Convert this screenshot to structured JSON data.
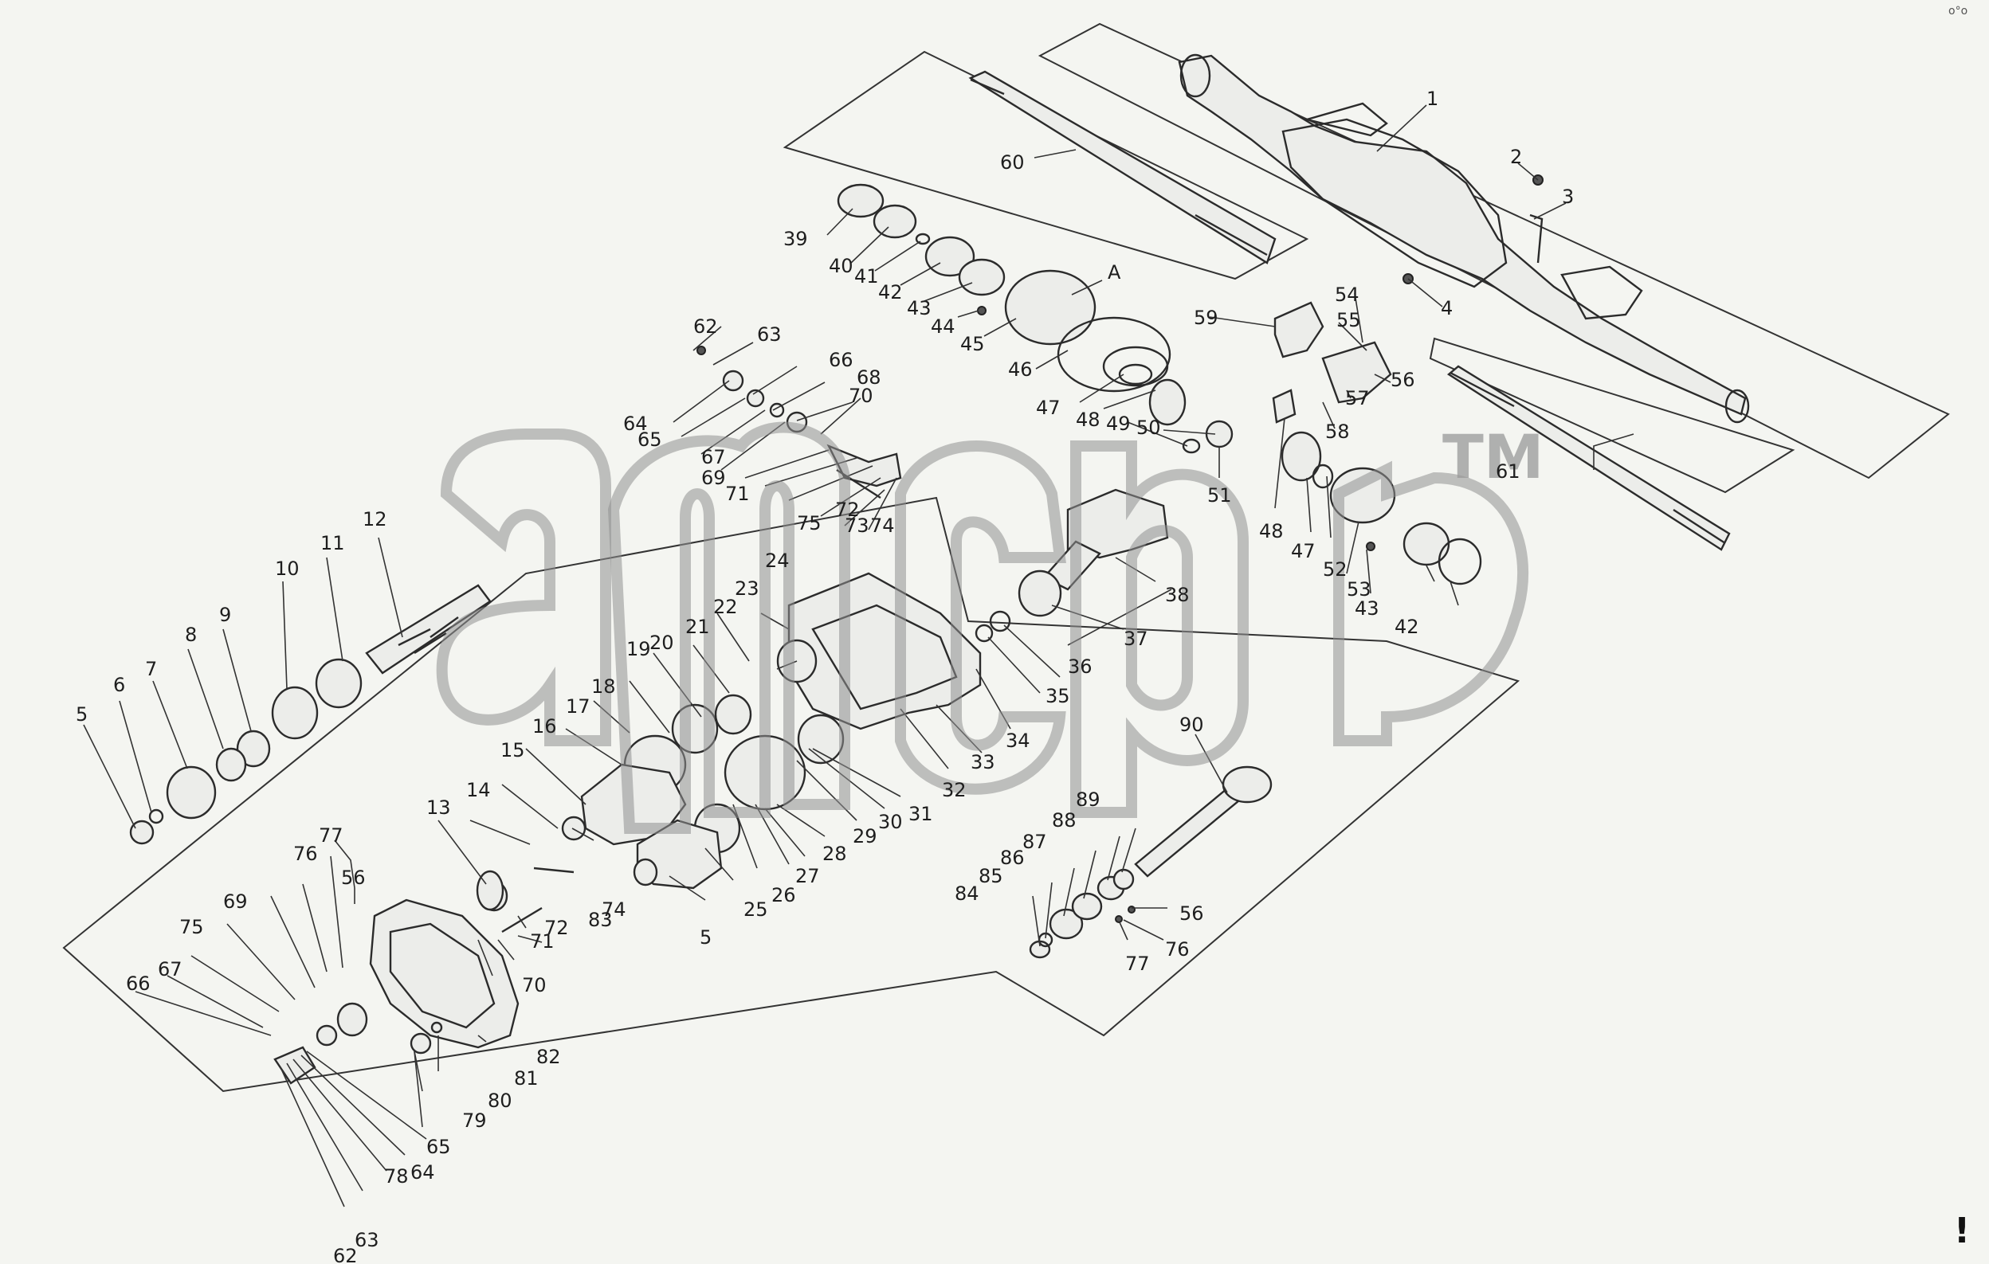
{
  "diagram": {
    "labels": [
      "1",
      "2",
      "3",
      "4",
      "5",
      "5",
      "6",
      "7",
      "8",
      "9",
      "10",
      "11",
      "12",
      "13",
      "14",
      "15",
      "16",
      "17",
      "18",
      "19",
      "20",
      "21",
      "22",
      "23",
      "24",
      "25",
      "26",
      "27",
      "28",
      "29",
      "30",
      "31",
      "32",
      "33",
      "34",
      "35",
      "36",
      "37",
      "38",
      "39",
      "40",
      "41",
      "42",
      "42",
      "43",
      "43",
      "44",
      "45",
      "46",
      "47",
      "47",
      "48",
      "48",
      "49",
      "50",
      "51",
      "52",
      "53",
      "54",
      "55",
      "56",
      "56",
      "56",
      "57",
      "58",
      "59",
      "60",
      "61",
      "62",
      "62",
      "63",
      "63",
      "64",
      "64",
      "65",
      "65",
      "66",
      "66",
      "67",
      "67",
      "68",
      "69",
      "69",
      "70",
      "70",
      "71",
      "71",
      "72",
      "72",
      "73",
      "74",
      "74",
      "75",
      "75",
      "76",
      "76",
      "77",
      "77",
      "78",
      "79",
      "80",
      "81",
      "82",
      "83",
      "84",
      "85",
      "86",
      "87",
      "88",
      "89",
      "90",
      "A"
    ]
  },
  "watermark": {
    "logo_text": "amcb",
    "trademark": "TM"
  },
  "corner_mark": "!",
  "corner_glyph": "o°o"
}
